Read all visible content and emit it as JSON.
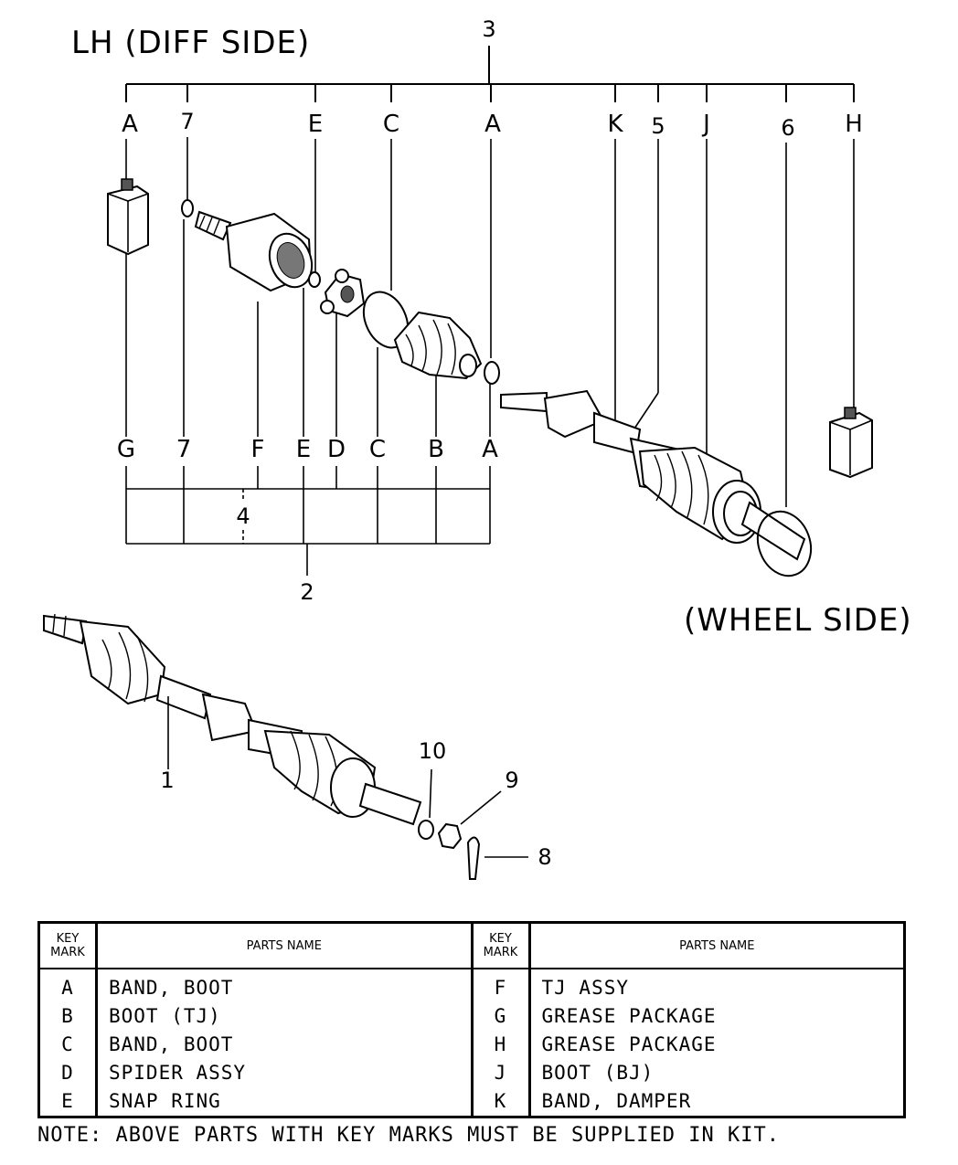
{
  "title_left": "LH (DIFF SIDE)",
  "title_right": "(WHEEL SIDE)",
  "callouts": {
    "top_group": "3",
    "top_keys": [
      "A",
      "7",
      "E",
      "C",
      "A",
      "K",
      "5",
      "J",
      "6",
      "H"
    ],
    "bottom_keys": [
      "G",
      "7",
      "F",
      "E",
      "D",
      "C",
      "B",
      "A"
    ],
    "group_4": "4",
    "group_2": "2",
    "item_1": "1",
    "item_10": "10",
    "item_9": "9",
    "item_8": "8"
  },
  "legend": {
    "header_key": "KEY MARK",
    "header_name": "PARTS NAME",
    "left": [
      {
        "key": "A",
        "name": "BAND, BOOT"
      },
      {
        "key": "B",
        "name": "BOOT (TJ)"
      },
      {
        "key": "C",
        "name": "BAND, BOOT"
      },
      {
        "key": "D",
        "name": "SPIDER ASSY"
      },
      {
        "key": "E",
        "name": "SNAP RING"
      }
    ],
    "right": [
      {
        "key": "F",
        "name": "TJ ASSY"
      },
      {
        "key": "G",
        "name": "GREASE PACKAGE"
      },
      {
        "key": "H",
        "name": "GREASE PACKAGE"
      },
      {
        "key": "J",
        "name": "BOOT (BJ)"
      },
      {
        "key": "K",
        "name": "BAND, DAMPER"
      }
    ]
  },
  "note": "NOTE: ABOVE PARTS WITH KEY MARKS MUST BE SUPPLIED IN KIT."
}
